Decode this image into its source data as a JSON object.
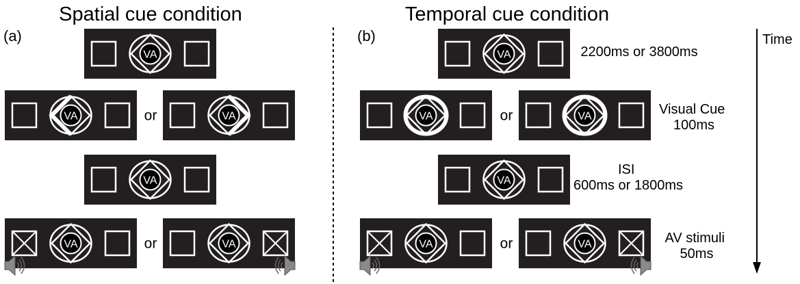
{
  "panels": [
    {
      "title": "Spatial cue condition",
      "label": "(a)",
      "rows": [
        {
          "screens": [
            {
              "fixation": "VA",
              "cue": "none",
              "flash": "none",
              "speaker": "none"
            }
          ]
        },
        {
          "screens": [
            {
              "fixation": "VA",
              "cue": "left",
              "flash": "none",
              "speaker": "none"
            },
            {
              "fixation": "VA",
              "cue": "right",
              "flash": "none",
              "speaker": "none"
            }
          ]
        },
        {
          "screens": [
            {
              "fixation": "VA",
              "cue": "none",
              "flash": "none",
              "speaker": "none"
            }
          ]
        },
        {
          "screens": [
            {
              "fixation": "VA",
              "cue": "none",
              "flash": "left",
              "speaker": "left"
            },
            {
              "fixation": "VA",
              "cue": "none",
              "flash": "right",
              "speaker": "right"
            }
          ]
        }
      ]
    },
    {
      "title": "Temporal cue condition",
      "label": "(b)",
      "rows": [
        {
          "screens": [
            {
              "fixation": "VA",
              "cue": "none",
              "flash": "none",
              "speaker": "none"
            }
          ]
        },
        {
          "screens": [
            {
              "fixation": "VA",
              "cue": "all",
              "flash": "none",
              "speaker": "none"
            },
            {
              "fixation": "VA",
              "cue": "all",
              "flash": "none",
              "speaker": "none"
            }
          ]
        },
        {
          "screens": [
            {
              "fixation": "VA",
              "cue": "none",
              "flash": "none",
              "speaker": "none"
            }
          ]
        },
        {
          "screens": [
            {
              "fixation": "VA",
              "cue": "none",
              "flash": "left",
              "speaker": "left"
            },
            {
              "fixation": "VA",
              "cue": "none",
              "flash": "right",
              "speaker": "right"
            }
          ]
        }
      ]
    }
  ],
  "or_label": "or",
  "stage_labels": [
    [
      "2200ms or 3800ms"
    ],
    [
      "Visual Cue",
      "100ms"
    ],
    [
      "ISI",
      "600ms or 1800ms"
    ],
    [
      "AV stimuli",
      "50ms"
    ]
  ],
  "time_label": "Time",
  "colors": {
    "screen": "#231f20",
    "stroke": "#ffffff",
    "ink": "#000000",
    "speaker": "#8a8a8a"
  }
}
